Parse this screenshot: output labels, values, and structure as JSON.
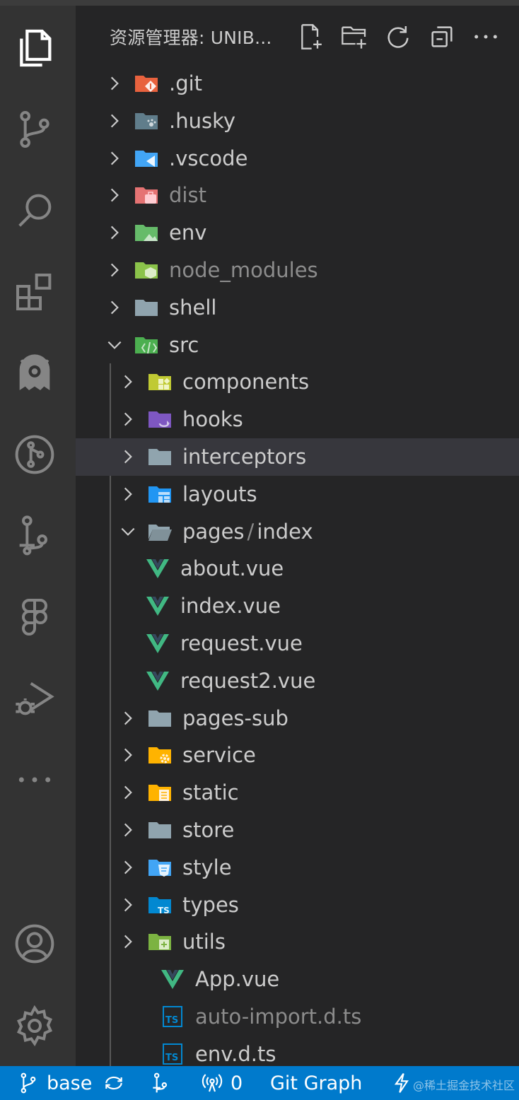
{
  "explorer": {
    "title": "资源管理器: UNIB..."
  },
  "tree": [
    {
      "label": ".git",
      "folder": true,
      "expanded": false,
      "dim": false,
      "icon": "git-folder-icon",
      "color": "#e8623e"
    },
    {
      "label": ".husky",
      "folder": true,
      "expanded": false,
      "dim": false,
      "icon": "husky-folder-icon",
      "color": "#607d8b"
    },
    {
      "label": ".vscode",
      "folder": true,
      "expanded": false,
      "dim": false,
      "icon": "vscode-folder-icon",
      "color": "#42a5f5"
    },
    {
      "label": "dist",
      "folder": true,
      "expanded": false,
      "dim": true,
      "icon": "dist-folder-icon",
      "color": "#e57373"
    },
    {
      "label": "env",
      "folder": true,
      "expanded": false,
      "dim": false,
      "icon": "env-folder-icon",
      "color": "#66bb6a"
    },
    {
      "label": "node_modules",
      "folder": true,
      "expanded": false,
      "dim": true,
      "icon": "node-folder-icon",
      "color": "#8bc34a"
    },
    {
      "label": "shell",
      "folder": true,
      "expanded": false,
      "dim": false,
      "icon": "folder-icon",
      "color": "#90a4ae"
    },
    {
      "label": "src",
      "folder": true,
      "expanded": true,
      "dim": false,
      "icon": "src-folder-icon",
      "color": "#4caf50"
    },
    {
      "label": "components",
      "folder": true,
      "expanded": false,
      "dim": false,
      "icon": "components-folder-icon",
      "color": "#c0ca33"
    },
    {
      "label": "hooks",
      "folder": true,
      "expanded": false,
      "dim": false,
      "icon": "hooks-folder-icon",
      "color": "#7e57c2"
    },
    {
      "label": "interceptors",
      "folder": true,
      "expanded": false,
      "dim": false,
      "icon": "folder-icon",
      "color": "#90a4ae"
    },
    {
      "label": "layouts",
      "folder": true,
      "expanded": false,
      "dim": false,
      "icon": "layouts-folder-icon",
      "color": "#2196f3"
    },
    {
      "label_a": "pages",
      "label_sep": "/",
      "label_b": "index",
      "folder": true,
      "expanded": true,
      "dim": false,
      "icon": "open-folder-icon",
      "color": "#90a4ae"
    },
    {
      "label": "about.vue",
      "folder": false,
      "dim": false,
      "icon": "vue-icon",
      "color": "#41b883"
    },
    {
      "label": "index.vue",
      "folder": false,
      "dim": false,
      "icon": "vue-icon",
      "color": "#41b883"
    },
    {
      "label": "request.vue",
      "folder": false,
      "dim": false,
      "icon": "vue-icon",
      "color": "#41b883"
    },
    {
      "label": "request2.vue",
      "folder": false,
      "dim": false,
      "icon": "vue-icon",
      "color": "#41b883"
    },
    {
      "label": "pages-sub",
      "folder": true,
      "expanded": false,
      "dim": false,
      "icon": "folder-icon",
      "color": "#90a4ae"
    },
    {
      "label": "service",
      "folder": true,
      "expanded": false,
      "dim": false,
      "icon": "service-folder-icon",
      "color": "#ffb300"
    },
    {
      "label": "static",
      "folder": true,
      "expanded": false,
      "dim": false,
      "icon": "static-folder-icon",
      "color": "#ffb300"
    },
    {
      "label": "store",
      "folder": true,
      "expanded": false,
      "dim": false,
      "icon": "folder-icon",
      "color": "#90a4ae"
    },
    {
      "label": "style",
      "folder": true,
      "expanded": false,
      "dim": false,
      "icon": "style-folder-icon",
      "color": "#42a5f5"
    },
    {
      "label": "types",
      "folder": true,
      "expanded": false,
      "dim": false,
      "icon": "types-folder-icon",
      "color": "#0288d1"
    },
    {
      "label": "utils",
      "folder": true,
      "expanded": false,
      "dim": false,
      "icon": "utils-folder-icon",
      "color": "#7cb342"
    },
    {
      "label": "App.vue",
      "folder": false,
      "dim": false,
      "icon": "vue-icon",
      "color": "#41b883"
    },
    {
      "label": "auto-import.d.ts",
      "folder": false,
      "dim": true,
      "icon": "ts-file-icon",
      "color": "#0288d1"
    },
    {
      "label": "env.d.ts",
      "folder": false,
      "dim": false,
      "icon": "ts-file-icon",
      "color": "#0288d1"
    }
  ],
  "selected_index": 10,
  "statusbar": {
    "branch": "base",
    "ports": "0",
    "git_graph": "Git Graph",
    "watermark": "@稀土掘金技术社区"
  },
  "colors": {
    "activity_bg": "#333333",
    "sidebar_bg": "#252526",
    "statusbar_bg": "#007acc",
    "selected_row": "#37373d"
  }
}
